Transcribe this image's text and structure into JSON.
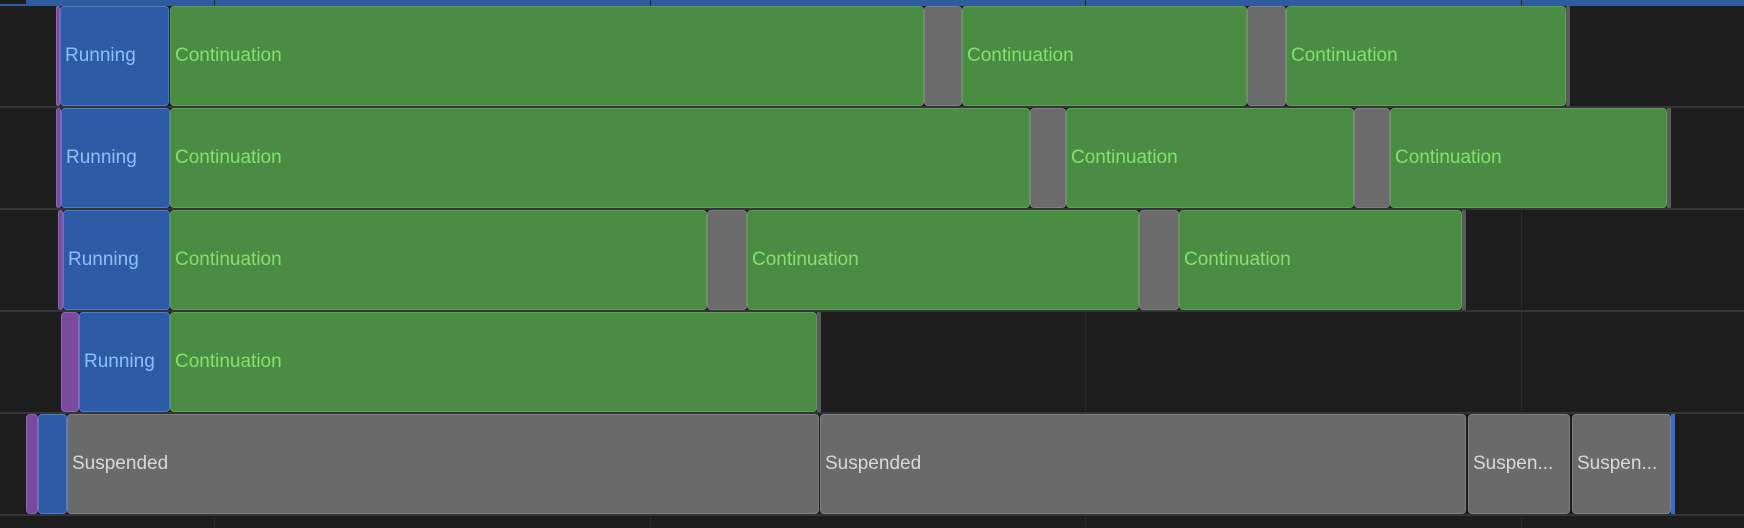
{
  "labels": {
    "running": "Running",
    "continuation": "Continuation",
    "suspended": "Suspended",
    "suspended_short": "Suspen..."
  },
  "colors": {
    "running": "#2d5ba5",
    "continuation": "#4a8c43",
    "suspended": "#6a6a6b",
    "transition": "#7a4a9e"
  }
}
